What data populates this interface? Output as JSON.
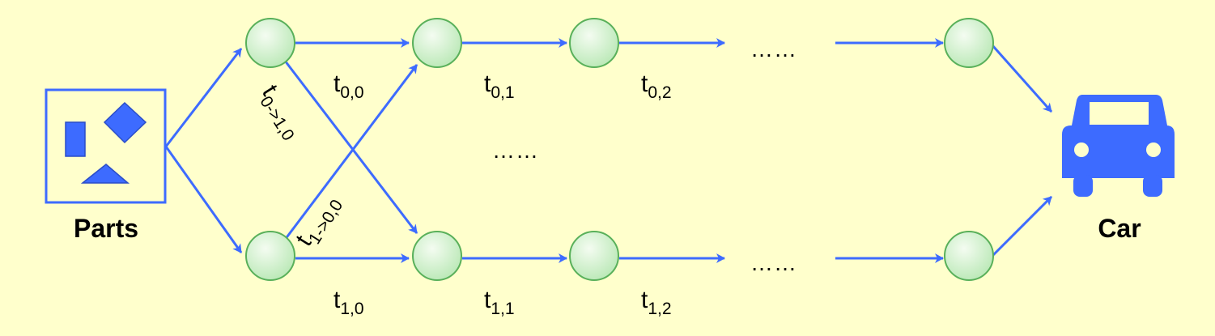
{
  "diagram": {
    "source_label": "Parts",
    "target_label": "Car",
    "ellipsis": "……",
    "line_0": {
      "t_0_0": {
        "base": "t",
        "sub": "0,0"
      },
      "t_0_1": {
        "base": "t",
        "sub": "0,1"
      },
      "t_0_2": {
        "base": "t",
        "sub": "0,2"
      }
    },
    "line_1": {
      "t_1_0": {
        "base": "t",
        "sub": "1,0"
      },
      "t_1_1": {
        "base": "t",
        "sub": "1,1"
      },
      "t_1_2": {
        "base": "t",
        "sub": "1,2"
      }
    },
    "transfer": {
      "t_0_to_1": {
        "base": "t",
        "sub": "0->1,0"
      },
      "t_1_to_0": {
        "base": "t",
        "sub": "1->0,0"
      }
    }
  },
  "colors": {
    "background": "#ffffcc",
    "arrow": "#3d6bff",
    "node_fill_light": "#f4fcf1",
    "node_fill_dark": "#b9e8b5",
    "node_stroke": "#59b05a",
    "icon_blue": "#3d6bff"
  }
}
